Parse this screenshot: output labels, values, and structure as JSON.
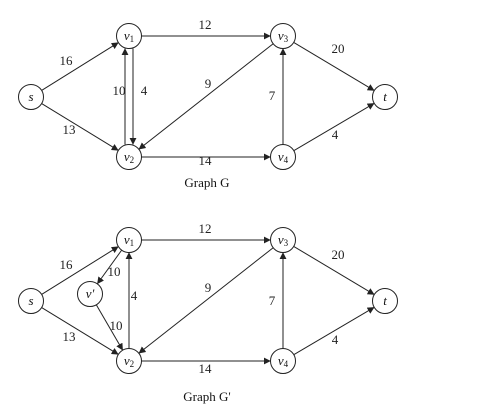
{
  "graphs": [
    {
      "caption": "Graph G",
      "nodes": [
        {
          "id": "s",
          "name": "s",
          "sub": ""
        },
        {
          "id": "v1",
          "name": "v",
          "sub": "1"
        },
        {
          "id": "v2",
          "name": "v",
          "sub": "2"
        },
        {
          "id": "v3",
          "name": "v",
          "sub": "3"
        },
        {
          "id": "v4",
          "name": "v",
          "sub": "4"
        },
        {
          "id": "t",
          "name": "t",
          "sub": ""
        }
      ],
      "edges": [
        {
          "from": "s",
          "to": "v1",
          "weight": "16"
        },
        {
          "from": "s",
          "to": "v2",
          "weight": "13"
        },
        {
          "from": "v1",
          "to": "v3",
          "weight": "12"
        },
        {
          "from": "v1",
          "to": "v2",
          "weight": "10"
        },
        {
          "from": "v2",
          "to": "v1",
          "weight": "4"
        },
        {
          "from": "v3",
          "to": "v2",
          "weight": "9"
        },
        {
          "from": "v2",
          "to": "v4",
          "weight": "14"
        },
        {
          "from": "v4",
          "to": "v3",
          "weight": "7"
        },
        {
          "from": "v3",
          "to": "t",
          "weight": "20"
        },
        {
          "from": "v4",
          "to": "t",
          "weight": "4"
        }
      ]
    },
    {
      "caption": "Graph G'",
      "nodes": [
        {
          "id": "s",
          "name": "s",
          "sub": ""
        },
        {
          "id": "v1",
          "name": "v",
          "sub": "1"
        },
        {
          "id": "vp",
          "name": "v'",
          "sub": ""
        },
        {
          "id": "v2",
          "name": "v",
          "sub": "2"
        },
        {
          "id": "v3",
          "name": "v",
          "sub": "3"
        },
        {
          "id": "v4",
          "name": "v",
          "sub": "4"
        },
        {
          "id": "t",
          "name": "t",
          "sub": ""
        }
      ],
      "edges": [
        {
          "from": "s",
          "to": "v1",
          "weight": "16"
        },
        {
          "from": "s",
          "to": "v2",
          "weight": "13"
        },
        {
          "from": "v1",
          "to": "v3",
          "weight": "12"
        },
        {
          "from": "v1",
          "to": "vp",
          "weight": "10"
        },
        {
          "from": "vp",
          "to": "v2",
          "weight": "10"
        },
        {
          "from": "v2",
          "to": "v1",
          "weight": "4"
        },
        {
          "from": "v3",
          "to": "v2",
          "weight": "9"
        },
        {
          "from": "v2",
          "to": "v4",
          "weight": "14"
        },
        {
          "from": "v4",
          "to": "v3",
          "weight": "7"
        },
        {
          "from": "v3",
          "to": "t",
          "weight": "20"
        },
        {
          "from": "v4",
          "to": "t",
          "weight": "4"
        }
      ]
    }
  ]
}
